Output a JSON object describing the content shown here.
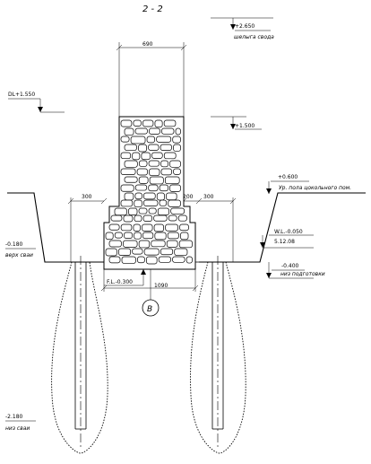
{
  "section_title": "2 - 2",
  "dimensions": {
    "wall_width": "690",
    "left_offset": "300",
    "right_offset_a": "200",
    "right_offset_b": "300",
    "footing_width": "1090"
  },
  "levels": {
    "crown_value": "+2.650",
    "crown_label": "шелыга свода",
    "dl": "DL+1.550",
    "upper": "+1.500",
    "plinth_value": "+0.600",
    "plinth_label": "Ур. пола цокольного пом.",
    "wl_value": "W.L.-0.050",
    "wl_date": "5.12.08",
    "ground_value": "-0.180",
    "ground_label": "верх сваи",
    "prep_value": "-0.400",
    "prep_label": "низ подготовки",
    "pile_bottom_value": "-2.180",
    "pile_bottom_label": "низ сваи",
    "footing": "F.L.-0.300"
  },
  "axis_label": "В"
}
